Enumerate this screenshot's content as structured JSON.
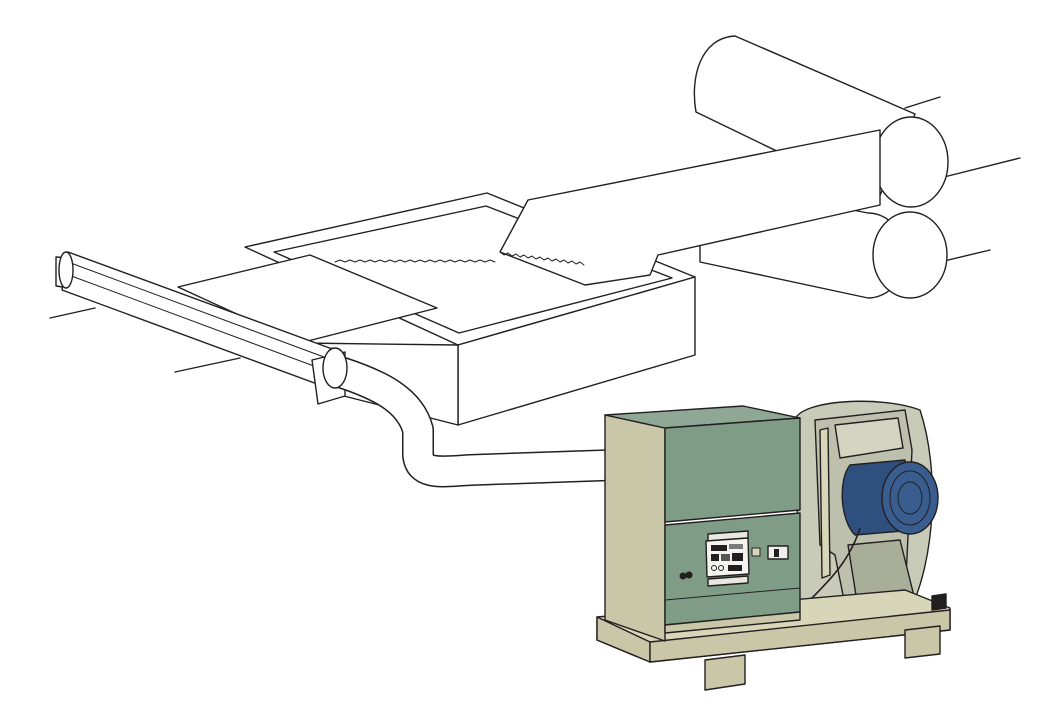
{
  "colors": {
    "outline": "#231f20",
    "cabinet_front": "#7e9c86",
    "cabinet_side": "#c9c7a8",
    "skid": "#d8d6b8",
    "fan_housing": "#bcc0ad",
    "motor": "#2f4f7f",
    "air_jets": "#e9a83a",
    "background": "#ffffff"
  },
  "components": [
    {
      "id": "calender-rolls",
      "icon": "roller-icon"
    },
    {
      "id": "fabric-web",
      "icon": "web-icon"
    },
    {
      "id": "water-bath-tank",
      "icon": "tank-icon"
    },
    {
      "id": "air-knife-bar",
      "icon": "nozzle-icon"
    },
    {
      "id": "air-hose",
      "icon": "hose-icon"
    },
    {
      "id": "blower-enclosure",
      "icon": "cabinet-icon"
    },
    {
      "id": "control-panel",
      "icon": "control-panel-icon"
    },
    {
      "id": "centrifugal-blower",
      "icon": "fan-icon"
    },
    {
      "id": "electric-motor",
      "icon": "motor-icon"
    },
    {
      "id": "base-skid",
      "icon": "skid-icon"
    }
  ]
}
